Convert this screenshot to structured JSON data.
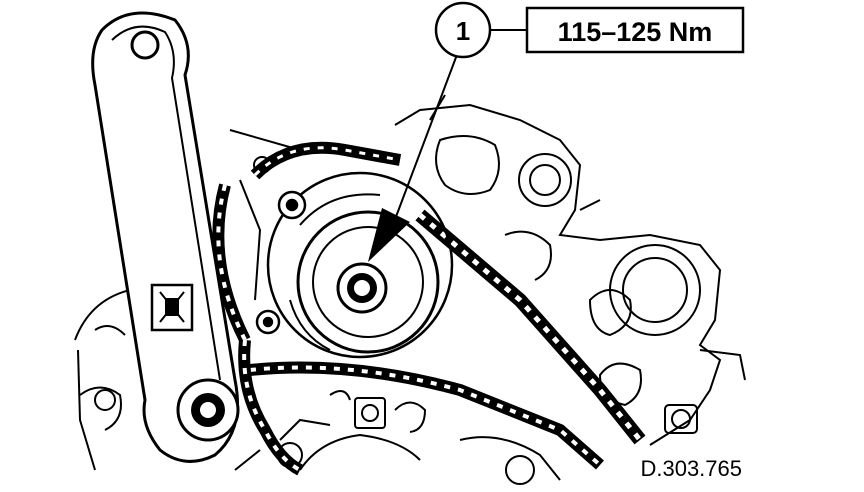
{
  "callout": {
    "number": "1",
    "torque_spec": "115–125 Nm"
  },
  "figure": {
    "reference_code": "D.303.765"
  },
  "illustration": {
    "subject": "timing chain sprocket with holding wrench",
    "line_color": "#000000",
    "background_color": "#ffffff"
  }
}
